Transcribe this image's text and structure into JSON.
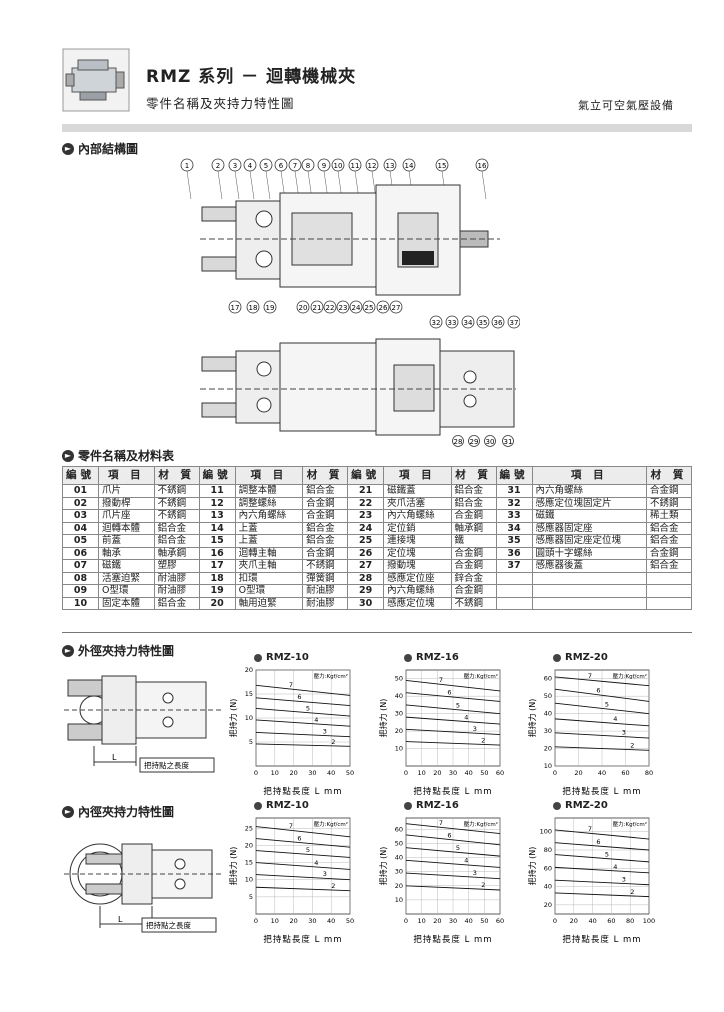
{
  "header": {
    "series": "RMZ",
    "title_rest": "系列 － 迴轉機械夾",
    "subtitle": "零件名稱及夾持力特性圖",
    "company": "氣立可空氣壓設備"
  },
  "sections": {
    "structure": "內部結構圖",
    "parts": "零件名稱及材料表",
    "outer": "外徑夾持力特性圖",
    "inner": "內徑夾持力特性圖"
  },
  "diagram_labels": {
    "top": [
      "1",
      "2",
      "3",
      "4",
      "5",
      "6",
      "7",
      "8",
      "9",
      "10",
      "11",
      "12",
      "13",
      "14",
      "15",
      "16"
    ],
    "bottom": [
      "17",
      "18",
      "19",
      "20",
      "21",
      "22",
      "23",
      "24",
      "25",
      "26",
      "27"
    ],
    "top2": [
      "32",
      "33",
      "34",
      "35",
      "36",
      "37"
    ],
    "bottom2": [
      "28",
      "29",
      "30",
      "31"
    ]
  },
  "table": {
    "headers": [
      "編號",
      "項 目",
      "材 質"
    ],
    "rows": [
      [
        [
          "01",
          "爪片",
          "不銹鋼"
        ],
        [
          "11",
          "調整本體",
          "鋁合金"
        ],
        [
          "21",
          "磁鐵蓋",
          "鋁合金"
        ],
        [
          "31",
          "內六角螺絲",
          "合金鋼"
        ]
      ],
      [
        [
          "02",
          "撥動桿",
          "不銹鋼"
        ],
        [
          "12",
          "調整螺絲",
          "合金鋼"
        ],
        [
          "22",
          "夾爪活塞",
          "鋁合金"
        ],
        [
          "32",
          "感應定位塊固定片",
          "不銹鋼"
        ]
      ],
      [
        [
          "03",
          "爪片座",
          "不銹鋼"
        ],
        [
          "13",
          "內六角螺絲",
          "合金鋼"
        ],
        [
          "23",
          "內六角螺絲",
          "合金鋼"
        ],
        [
          "33",
          "磁鐵",
          "稀土類"
        ]
      ],
      [
        [
          "04",
          "迴轉本體",
          "鋁合金"
        ],
        [
          "14",
          "上蓋",
          "鋁合金"
        ],
        [
          "24",
          "定位銷",
          "軸承鋼"
        ],
        [
          "34",
          "感應器固定座",
          "鋁合金"
        ]
      ],
      [
        [
          "05",
          "前蓋",
          "鋁合金"
        ],
        [
          "15",
          "上蓋",
          "鋁合金"
        ],
        [
          "25",
          "連接塊",
          "鐵"
        ],
        [
          "35",
          "感應器固定座定位塊",
          "鋁合金"
        ]
      ],
      [
        [
          "06",
          "軸承",
          "軸承鋼"
        ],
        [
          "16",
          "迴轉主軸",
          "合金鋼"
        ],
        [
          "26",
          "定位塊",
          "合金鋼"
        ],
        [
          "36",
          "圓頭十字螺絲",
          "合金鋼"
        ]
      ],
      [
        [
          "07",
          "磁鐵",
          "塑膠"
        ],
        [
          "17",
          "夾爪主軸",
          "不銹鋼"
        ],
        [
          "27",
          "撥動塊",
          "合金鋼"
        ],
        [
          "37",
          "感應器後蓋",
          "鋁合金"
        ]
      ],
      [
        [
          "08",
          "活塞迫緊",
          "耐油膠"
        ],
        [
          "18",
          "扣環",
          "彈簧鋼"
        ],
        [
          "28",
          "感應定位座",
          "鋅合金"
        ],
        [
          "",
          "",
          ""
        ]
      ],
      [
        [
          "09",
          "O型環",
          "耐油膠"
        ],
        [
          "19",
          "O型環",
          "耐油膠"
        ],
        [
          "29",
          "內六角螺絲",
          "合金鋼"
        ],
        [
          "",
          "",
          ""
        ]
      ],
      [
        [
          "10",
          "固定本體",
          "鋁合金"
        ],
        [
          "20",
          "軸用迫緊",
          "耐油膠"
        ],
        [
          "30",
          "感應定位塊",
          "不銹鋼"
        ],
        [
          "",
          "",
          ""
        ]
      ]
    ]
  },
  "figure_labels": {
    "length_L": "L",
    "length_caption": "把持點之長度"
  },
  "chart_data": [
    {
      "type": "line",
      "title": "RMZ-10",
      "section": "outer",
      "xlabel": "把持點長度 L mm",
      "ylabel": "把持力 (N)",
      "legend": "壓力:Kgf/cm²",
      "xlim": [
        0,
        50
      ],
      "ylim": [
        0,
        20
      ],
      "xticks": [
        0,
        10,
        20,
        30,
        40,
        50
      ],
      "yticks": [
        5,
        10,
        15,
        20
      ],
      "series": [
        {
          "name": "7",
          "values": [
            [
              0,
              16.8
            ],
            [
              50,
              14.7
            ]
          ]
        },
        {
          "name": "6",
          "values": [
            [
              0,
              14.2
            ],
            [
              50,
              12.6
            ]
          ]
        },
        {
          "name": "5",
          "values": [
            [
              0,
              12.0
            ],
            [
              50,
              10.4
            ]
          ]
        },
        {
          "name": "4",
          "values": [
            [
              0,
              9.6
            ],
            [
              50,
              8.3
            ]
          ]
        },
        {
          "name": "3",
          "values": [
            [
              0,
              7.0
            ],
            [
              50,
              6.1
            ]
          ]
        },
        {
          "name": "2",
          "values": [
            [
              0,
              4.6
            ],
            [
              50,
              4.1
            ]
          ]
        }
      ]
    },
    {
      "type": "line",
      "title": "RMZ-16",
      "section": "outer",
      "xlabel": "把持點長度 L mm",
      "ylabel": "把持力 (N)",
      "legend": "壓力:Kgf/cm²",
      "xlim": [
        0,
        60
      ],
      "ylim": [
        0,
        55
      ],
      "xticks": [
        0,
        10,
        20,
        30,
        40,
        50,
        60
      ],
      "yticks": [
        10,
        20,
        30,
        40,
        50
      ],
      "series": [
        {
          "name": "7",
          "values": [
            [
              0,
              49
            ],
            [
              60,
              43
            ]
          ]
        },
        {
          "name": "6",
          "values": [
            [
              0,
              42
            ],
            [
              60,
              37
            ]
          ]
        },
        {
          "name": "5",
          "values": [
            [
              0,
              35
            ],
            [
              60,
              30
            ]
          ]
        },
        {
          "name": "4",
          "values": [
            [
              0,
              28
            ],
            [
              60,
              24
            ]
          ]
        },
        {
          "name": "3",
          "values": [
            [
              0,
              21
            ],
            [
              60,
              18
            ]
          ]
        },
        {
          "name": "2",
          "values": [
            [
              0,
              14
            ],
            [
              60,
              12
            ]
          ]
        }
      ]
    },
    {
      "type": "line",
      "title": "RMZ-20",
      "section": "outer",
      "xlabel": "把持點長度 L mm",
      "ylabel": "把持力 (N)",
      "legend": "壓力:Kgf/cm²",
      "xlim": [
        0,
        80
      ],
      "ylim": [
        10,
        65
      ],
      "xticks": [
        0,
        20,
        40,
        60,
        80
      ],
      "yticks": [
        10,
        20,
        30,
        40,
        50,
        60
      ],
      "series": [
        {
          "name": "7",
          "values": [
            [
              0,
              61
            ],
            [
              80,
              56
            ]
          ]
        },
        {
          "name": "6",
          "values": [
            [
              0,
              54
            ],
            [
              80,
              47
            ]
          ]
        },
        {
          "name": "5",
          "values": [
            [
              0,
              46
            ],
            [
              80,
              40
            ]
          ]
        },
        {
          "name": "4",
          "values": [
            [
              0,
              37
            ],
            [
              80,
              33
            ]
          ]
        },
        {
          "name": "3",
          "values": [
            [
              0,
              29
            ],
            [
              80,
              26
            ]
          ]
        },
        {
          "name": "2",
          "values": [
            [
              0,
              21
            ],
            [
              80,
              19
            ]
          ]
        }
      ]
    },
    {
      "type": "line",
      "title": "RMZ-10",
      "section": "inner",
      "xlabel": "把持點長度 L mm",
      "ylabel": "把持力 (N)",
      "legend": "壓力:Kgf/cm²",
      "xlim": [
        0,
        50
      ],
      "ylim": [
        0,
        28
      ],
      "xticks": [
        0,
        10,
        20,
        30,
        40,
        50
      ],
      "yticks": [
        5,
        10,
        15,
        20,
        25
      ],
      "series": [
        {
          "name": "7",
          "values": [
            [
              0,
              25.5
            ],
            [
              50,
              22.5
            ]
          ]
        },
        {
          "name": "6",
          "values": [
            [
              0,
              22.0
            ],
            [
              50,
              19.5
            ]
          ]
        },
        {
          "name": "5",
          "values": [
            [
              0,
              18.5
            ],
            [
              50,
              16.5
            ]
          ]
        },
        {
          "name": "4",
          "values": [
            [
              0,
              15.0
            ],
            [
              50,
              13.0
            ]
          ]
        },
        {
          "name": "3",
          "values": [
            [
              0,
              11.5
            ],
            [
              50,
              10.0
            ]
          ]
        },
        {
          "name": "2",
          "values": [
            [
              0,
              7.8
            ],
            [
              50,
              6.8
            ]
          ]
        }
      ]
    },
    {
      "type": "line",
      "title": "RMZ-16",
      "section": "inner",
      "xlabel": "把持點長度 L mm",
      "ylabel": "把持力 (N)",
      "legend": "壓力:Kgf/cm²",
      "xlim": [
        0,
        60
      ],
      "ylim": [
        0,
        68
      ],
      "xticks": [
        0,
        10,
        20,
        30,
        40,
        50,
        60
      ],
      "yticks": [
        10,
        20,
        30,
        40,
        50,
        60
      ],
      "series": [
        {
          "name": "7",
          "values": [
            [
              0,
              64
            ],
            [
              60,
              57
            ]
          ]
        },
        {
          "name": "6",
          "values": [
            [
              0,
              56
            ],
            [
              60,
              49
            ]
          ]
        },
        {
          "name": "5",
          "values": [
            [
              0,
              47
            ],
            [
              60,
              41
            ]
          ]
        },
        {
          "name": "4",
          "values": [
            [
              0,
              38
            ],
            [
              60,
              33
            ]
          ]
        },
        {
          "name": "3",
          "values": [
            [
              0,
              29
            ],
            [
              60,
              25
            ]
          ]
        },
        {
          "name": "2",
          "values": [
            [
              0,
              20
            ],
            [
              60,
              17
            ]
          ]
        }
      ]
    },
    {
      "type": "line",
      "title": "RMZ-20",
      "section": "inner",
      "xlabel": "把持點長度 L mm",
      "ylabel": "把持力 (N)",
      "legend": "壓力:Kgf/cm²",
      "xlim": [
        0,
        100
      ],
      "ylim": [
        10,
        115
      ],
      "xticks": [
        0,
        20,
        40,
        60,
        80,
        100
      ],
      "yticks": [
        20,
        40,
        60,
        80,
        100
      ],
      "series": [
        {
          "name": "7",
          "values": [
            [
              0,
              102
            ],
            [
              100,
              92
            ]
          ]
        },
        {
          "name": "6",
          "values": [
            [
              0,
              88
            ],
            [
              100,
              80
            ]
          ]
        },
        {
          "name": "5",
          "values": [
            [
              0,
              75
            ],
            [
              100,
              67
            ]
          ]
        },
        {
          "name": "4",
          "values": [
            [
              0,
              61
            ],
            [
              100,
              55
            ]
          ]
        },
        {
          "name": "3",
          "values": [
            [
              0,
              47
            ],
            [
              100,
              42
            ]
          ]
        },
        {
          "name": "2",
          "values": [
            [
              0,
              33
            ],
            [
              100,
              29
            ]
          ]
        }
      ]
    }
  ]
}
